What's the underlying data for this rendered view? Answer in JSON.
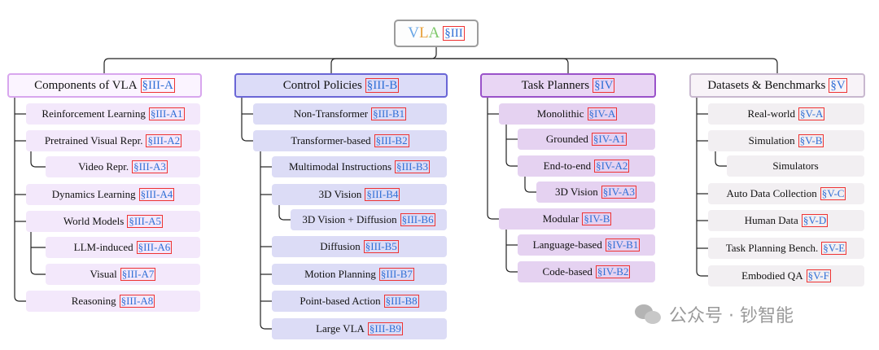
{
  "root": {
    "letters": [
      "V",
      "L",
      "A"
    ],
    "ref": "§III"
  },
  "columns": [
    {
      "title": "Components of VLA",
      "ref": "§III-A",
      "items": [
        {
          "label": "Reinforcement Learning",
          "ref": "§III-A1"
        },
        {
          "label": "Pretrained Visual Repr.",
          "ref": "§III-A2"
        },
        {
          "label": "Video Repr.",
          "ref": "§III-A3"
        },
        {
          "label": "Dynamics Learning",
          "ref": "§III-A4"
        },
        {
          "label": "World Models",
          "ref": "§III-A5"
        },
        {
          "label": "LLM-induced",
          "ref": "§III-A6"
        },
        {
          "label": "Visual",
          "ref": "§III-A7"
        },
        {
          "label": "Reasoning",
          "ref": "§III-A8"
        }
      ]
    },
    {
      "title": "Control Policies",
      "ref": "§III-B",
      "items": [
        {
          "label": "Non-Transformer",
          "ref": "§III-B1"
        },
        {
          "label": "Transformer-based",
          "ref": "§III-B2"
        },
        {
          "label": "Multimodal Instructions",
          "ref": "§III-B3"
        },
        {
          "label": "3D Vision",
          "ref": "§III-B4"
        },
        {
          "label": "3D Vision + Diffusion",
          "ref": "§III-B6"
        },
        {
          "label": "Diffusion",
          "ref": "§III-B5"
        },
        {
          "label": "Motion Planning",
          "ref": "§III-B7"
        },
        {
          "label": "Point-based Action",
          "ref": "§III-B8"
        },
        {
          "label": "Large VLA",
          "ref": "§III-B9"
        }
      ]
    },
    {
      "title": "Task Planners",
      "ref": "§IV",
      "items": [
        {
          "label": "Monolithic",
          "ref": "§IV-A"
        },
        {
          "label": "Grounded",
          "ref": "§IV-A1"
        },
        {
          "label": "End-to-end",
          "ref": "§IV-A2"
        },
        {
          "label": "3D Vision",
          "ref": "§IV-A3"
        },
        {
          "label": "Modular",
          "ref": "§IV-B"
        },
        {
          "label": "Language-based",
          "ref": "§IV-B1"
        },
        {
          "label": "Code-based",
          "ref": "§IV-B2"
        }
      ]
    },
    {
      "title": "Datasets & Benchmarks",
      "ref": "§V",
      "items": [
        {
          "label": "Real-world",
          "ref": "§V-A"
        },
        {
          "label": "Simulation",
          "ref": "§V-B"
        },
        {
          "label": "Simulators",
          "ref": ""
        },
        {
          "label": "Auto Data Collection",
          "ref": "§V-C"
        },
        {
          "label": "Human Data",
          "ref": "§V-D"
        },
        {
          "label": "Task Planning Bench.",
          "ref": "§V-E"
        },
        {
          "label": "Embodied QA",
          "ref": "§V-F"
        }
      ]
    }
  ],
  "watermark": {
    "text": "公众号 · 钞智能"
  }
}
